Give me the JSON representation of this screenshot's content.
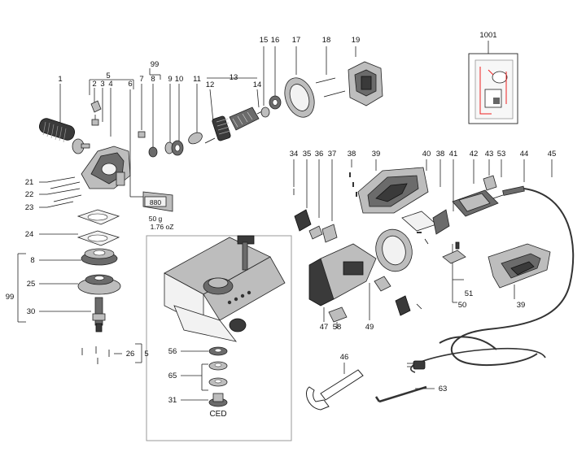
{
  "callouts": {
    "c1": "1",
    "c2": "2",
    "c3": "3",
    "c4": "4",
    "c5": "5",
    "c6": "6",
    "c7": "7",
    "c8": "8",
    "c8b": "8",
    "c9": "9",
    "c10": "10",
    "c11": "11",
    "c12": "12",
    "c13": "13",
    "c14": "14",
    "c15": "15",
    "c16": "16",
    "c17": "17",
    "c18": "18",
    "c19": "19",
    "c21": "21",
    "c22": "22",
    "c23": "23",
    "c24": "24",
    "c25": "25",
    "c26": "26",
    "c5b": "5",
    "c30": "30",
    "c31": "31",
    "c34": "34",
    "c35": "35",
    "c36": "36",
    "c37": "37",
    "c38": "38",
    "c38b": "38",
    "c39": "39",
    "c39b": "39",
    "c40": "40",
    "c41": "41",
    "c42": "42",
    "c43": "43",
    "c44": "44",
    "c45": "45",
    "c46": "46",
    "c47": "47",
    "c49": "49",
    "c50": "50",
    "c51": "51",
    "c53": "53",
    "c56": "56",
    "c58": "58",
    "c63": "63",
    "c65": "65",
    "c99": "99",
    "c99b": "99",
    "c1001": "1001"
  },
  "grease": {
    "tube_label": "880",
    "weight": "50 g",
    "weight_oz": "1.76 oZ"
  },
  "inset": {
    "caption": "CED"
  }
}
